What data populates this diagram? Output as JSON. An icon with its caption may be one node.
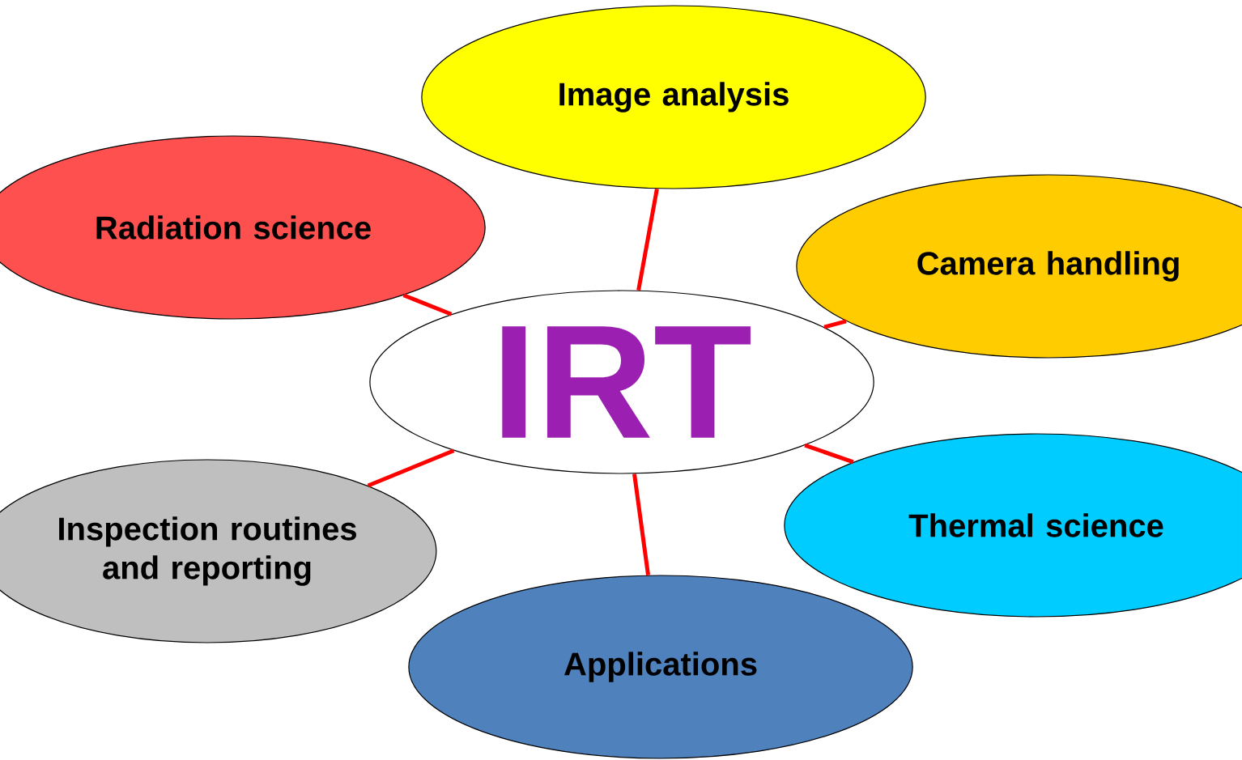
{
  "diagram": {
    "nodes": [
      {
        "text": [
          "Image analysis"
        ]
      },
      {
        "text": [
          "Radiation science"
        ]
      },
      {
        "text": [
          "Camera handling"
        ]
      },
      {
        "text": [
          "IRT"
        ]
      },
      {
        "text": [
          "Thermal science"
        ]
      },
      {
        "text": [
          "Inspection routines and reporting"
        ]
      },
      {
        "text": [
          "Applications"
        ]
      }
    ],
    "edges": [
      {
        "from": 3,
        "to": 0,
        "arrow": "none"
      },
      {
        "from": 3,
        "to": 1,
        "arrow": "none"
      },
      {
        "from": 3,
        "to": 2,
        "arrow": "none"
      },
      {
        "from": 3,
        "to": 4,
        "arrow": "none"
      },
      {
        "from": 3,
        "to": 5,
        "arrow": "none"
      },
      {
        "from": 3,
        "to": 6,
        "arrow": "none"
      }
    ]
  }
}
